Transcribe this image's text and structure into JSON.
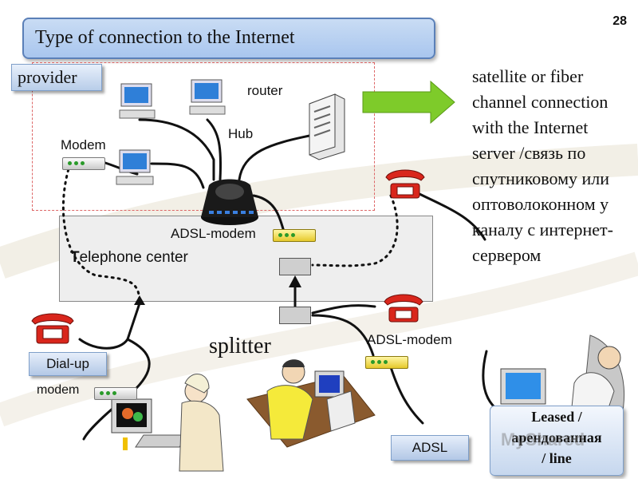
{
  "title": "Type of connection to the Internet",
  "page_number": "28",
  "provider": {
    "label": "provider"
  },
  "labels": {
    "router": "router",
    "hub": "Hub",
    "modem_top": "Modem",
    "adsl_modem_center": "ADSL-modem",
    "telephone_center_first": "T",
    "telephone_center_rest": "elephone center",
    "splitter": "splitter",
    "adsl_modem_right": "ADSL-modem",
    "modem_bottom": "modem"
  },
  "side_text": "satellite or fiber channel connection with the Internet server /связь по спутниковому или оптоволоконном у каналу с интернет-сервером",
  "buttons": {
    "dial_up": "Dial-up",
    "adsl": "ADSL"
  },
  "leased": {
    "line1": "Leased /",
    "line2": "арендованная",
    "line3": "/   line"
  },
  "watermark": "MyShared",
  "colors": {
    "title_bg": "#b9d0f0",
    "provider_border": "#dd6666",
    "arrow_green": "#7ecb2a",
    "phone_red": "#d9261c",
    "cable": "#111111"
  }
}
